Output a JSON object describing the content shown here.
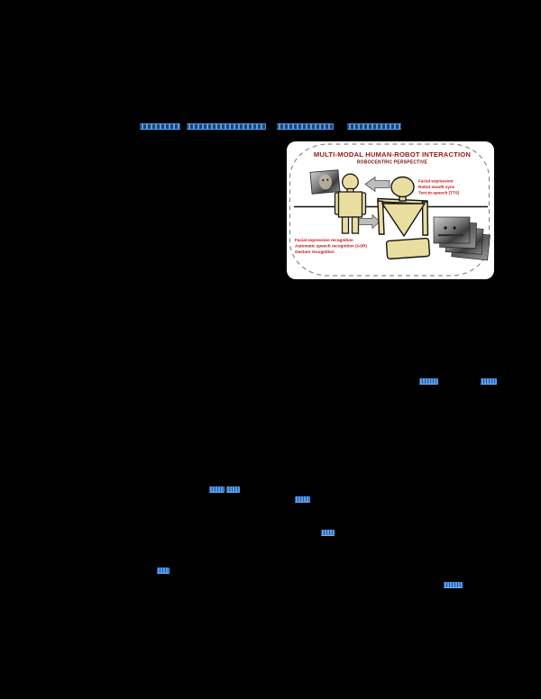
{
  "page": {
    "background_color": "#000000",
    "description_colors": {
      "link_highlight": "#4f9cf0",
      "figure_panel": "#ffffff",
      "figure_title_red": "#991414",
      "figure_subtitle_red": "#6e1010",
      "annotation_red": "#c11414",
      "pictogram_tan": "#e9dda0",
      "arrow_gray": "#bdbdbd"
    }
  },
  "header_links": {
    "note": "four hyperlink-highlighted author/e-mail links, glyphs not resolvable",
    "items": [
      {
        "id": "author-link-1"
      },
      {
        "id": "author-link-2"
      },
      {
        "id": "author-link-3"
      },
      {
        "id": "author-link-4"
      }
    ]
  },
  "figure": {
    "title": "MULTI-MODAL HUMAN-ROBOT INTERACTION",
    "subtitle": "ROBOCENTRIC PERSPECTIVE",
    "robot_side_labels": {
      "line1": "Facial expression",
      "line2": "Robot mouth sync",
      "line3": "Text-to-speech (TTS)"
    },
    "human_side_labels": {
      "line1": "Facial expression recognition",
      "line2": "Automatic speech recognition (ASR)",
      "line3": "Gesture recognition"
    }
  },
  "inline_citation_links": {
    "note": "small blue hyperlinked citation fragments in body text, glyphs not resolvable",
    "count": 8
  }
}
